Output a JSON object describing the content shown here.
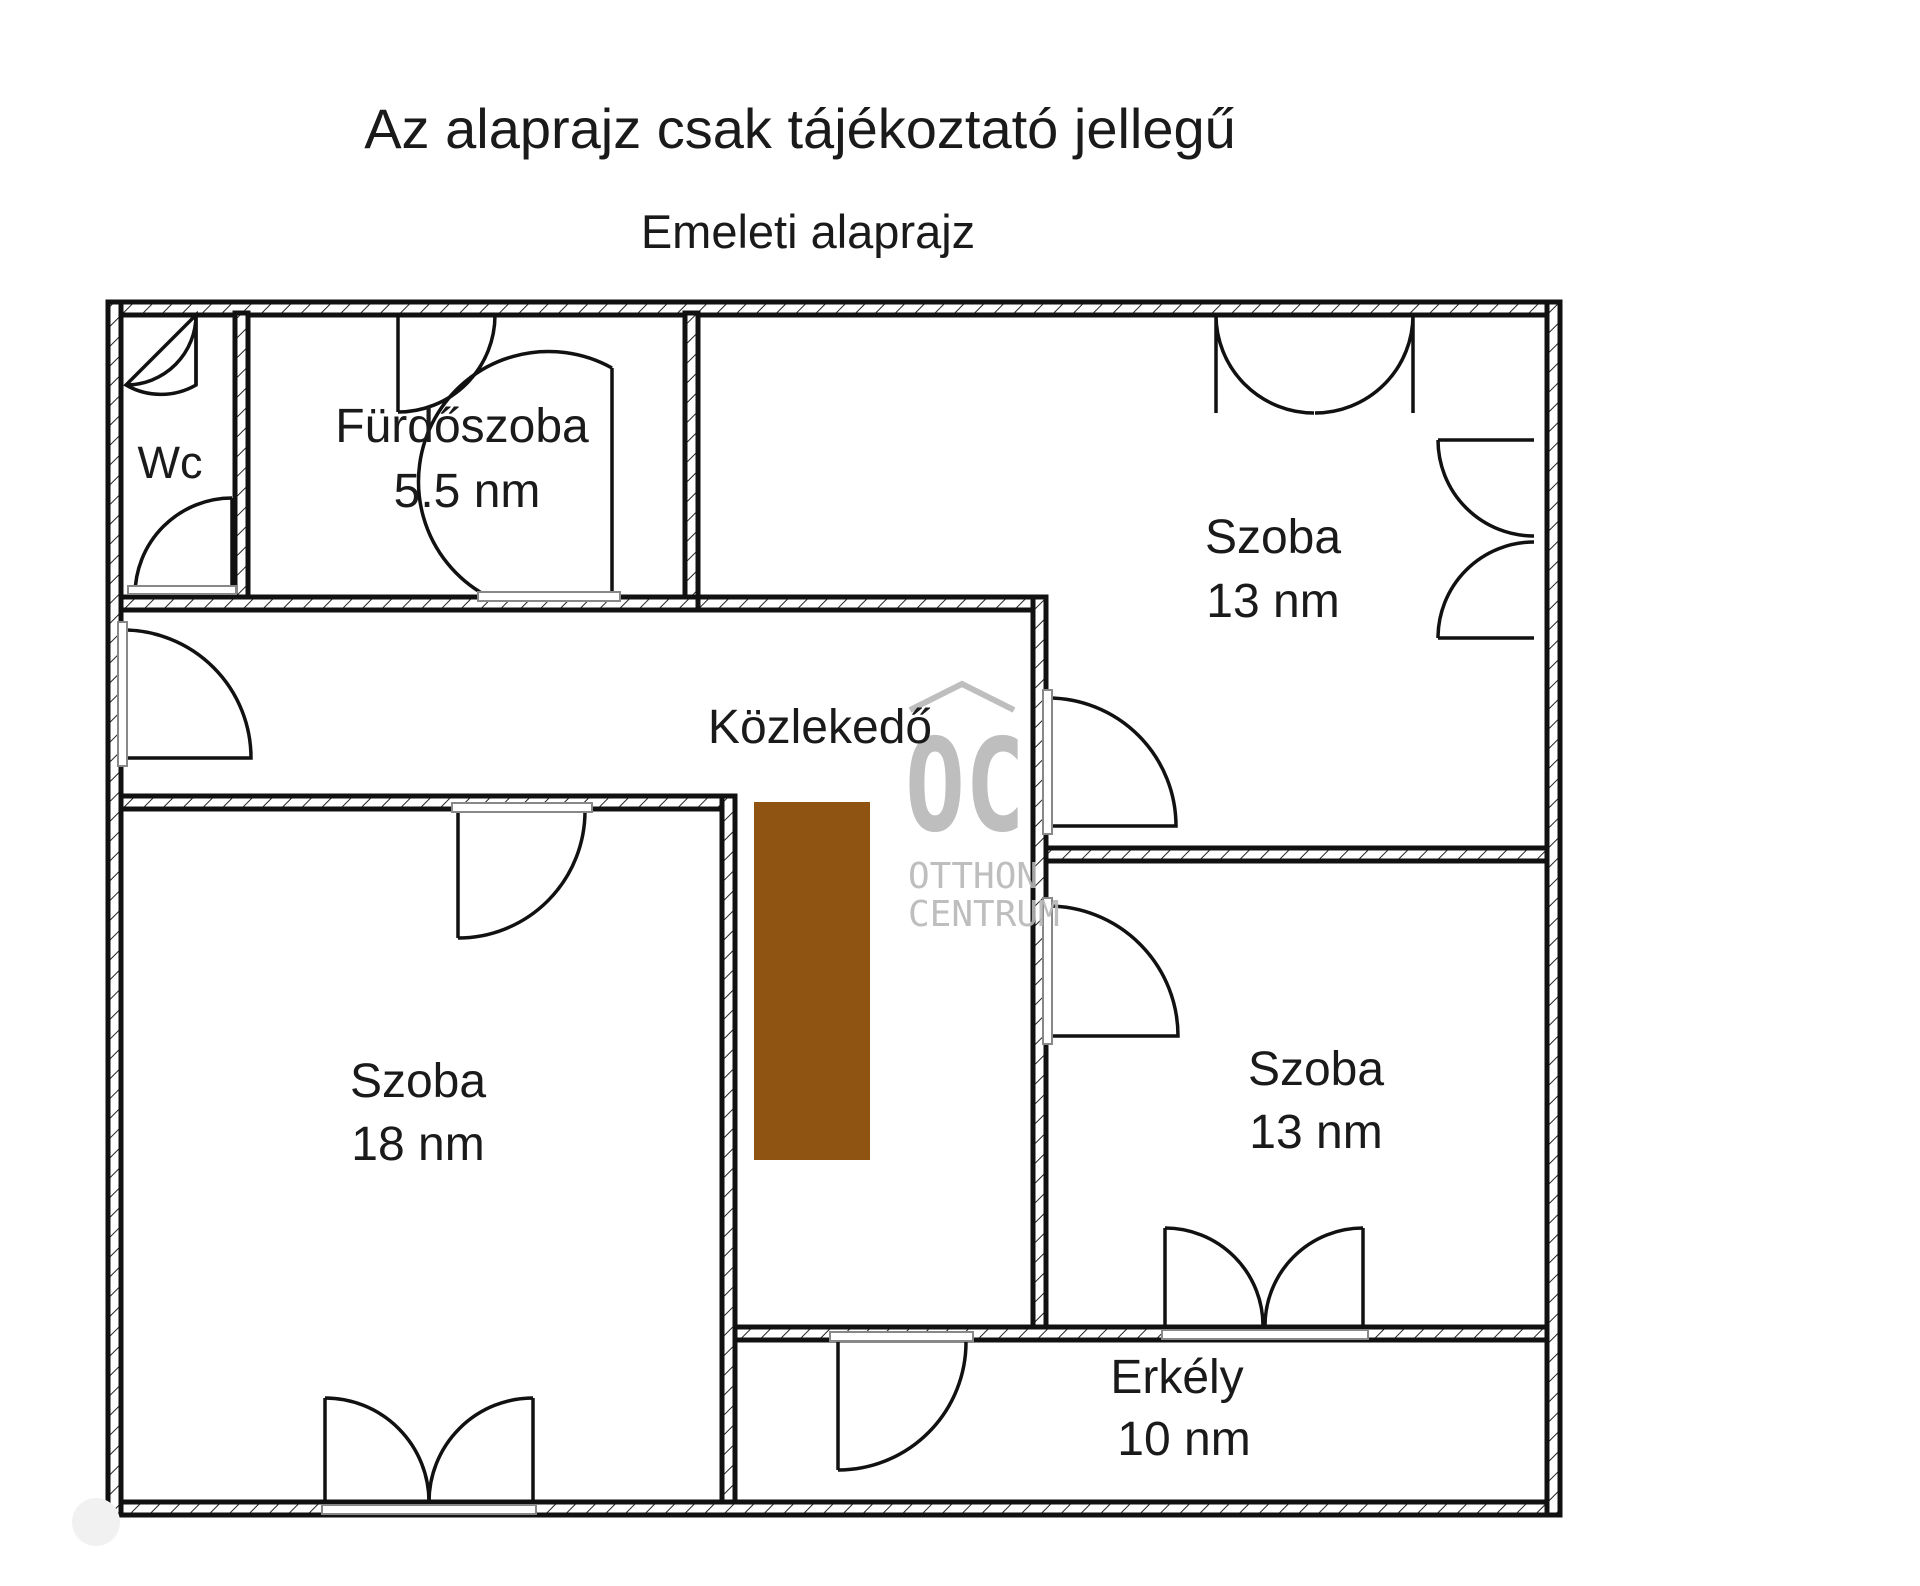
{
  "header": {
    "title": "Az alaprajz csak tájékoztató jellegű",
    "subtitle": "Emeleti alaprajz"
  },
  "rooms": {
    "wc": {
      "label": "Wc"
    },
    "bathroom": {
      "label": "Fürdőszoba",
      "area": "5.5 nm"
    },
    "room_ne": {
      "label": "Szoba",
      "area": "13 nm"
    },
    "corridor": {
      "label": "Közlekedő"
    },
    "room_sw": {
      "label": "Szoba",
      "area": "18 nm"
    },
    "room_se": {
      "label": "Szoba",
      "area": "13 nm"
    },
    "balcony": {
      "label": "Erkély",
      "area": "10 nm"
    }
  },
  "watermark": {
    "mark": "OC",
    "line1": "OTTHON",
    "line2": "CENTRUM"
  },
  "colors": {
    "furniture": "#8f5412",
    "watermark": "#b7b7b7",
    "wall": "#111111"
  }
}
